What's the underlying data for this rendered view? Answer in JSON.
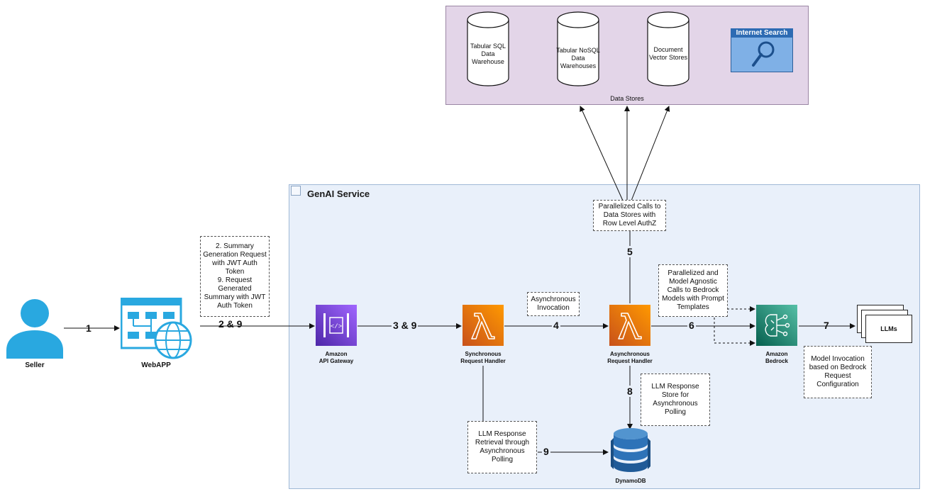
{
  "data_stores": {
    "caption": "Data Stores",
    "items": [
      {
        "label": "Tabular SQL\nData\nWarehouse"
      },
      {
        "label": "Tabular NoSQL\nData\nWarehouses"
      },
      {
        "label": "Document\nVector Stores"
      }
    ],
    "internet_search": "Internet Search"
  },
  "genai_service": {
    "title": "GenAI Service"
  },
  "actors": {
    "seller": "Seller",
    "webapp": "WebAPP"
  },
  "services": {
    "api_gateway": "Amazon\nAPI Gateway",
    "sync_handler": "Synchronous\nRequest Handler",
    "async_handler": "Asynchronous\nRequest Handler",
    "bedrock": "Amazon\nBedrock",
    "dynamodb": "DynamoDB",
    "llms": "LLMs"
  },
  "notes": {
    "summary_request": "2. Summary\nGeneration Request\nwith JWT Auth\nToken\n9. Request\nGenerated\nSummary with JWT\nAuth Token",
    "async_invocation": "Asynchronous\nInvocation",
    "parallel_datastores": "Parallelized Calls to\nData Stores with\nRow Level AuthZ",
    "parallel_bedrock": "Parallelized and\nModel Agnostic\nCalls to Bedrock\nModels with Prompt\nTemplates",
    "model_invocation": "Model Invocation\nbased on Bedrock\nRequest\nConfiguration",
    "llm_store": "LLM Response\nStore for\nAsynchronous\nPolling",
    "llm_retrieval": "LLM Response\nRetrieval through\nAsynchronous\nPolling"
  },
  "steps": {
    "s1": "1",
    "s2": "2 & 9",
    "s3": "3 & 9",
    "s4": "4",
    "s5": "5",
    "s6": "6",
    "s7": "7",
    "s8": "8",
    "s9": "9"
  },
  "colors": {
    "data_stores_bg": "#e3d5e8",
    "genai_bg": "#e9f0fa",
    "seller": "#29a8e0",
    "api_gateway": "#8c4fff",
    "lambda": "#ed7100",
    "bedrock": "#01a88d",
    "dynamodb": "#2e73b8",
    "internet_search": "#7fb0e6"
  }
}
